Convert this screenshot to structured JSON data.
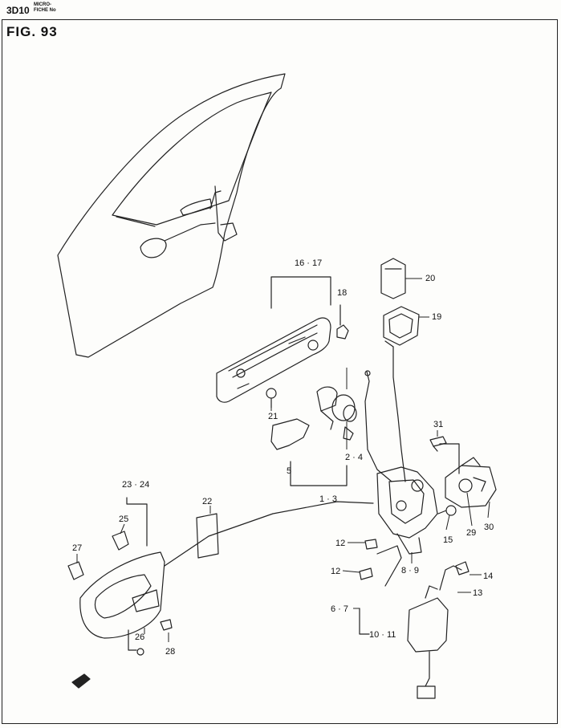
{
  "header": {
    "code": "3D10",
    "micro_line1": "MICRO-",
    "micro_line2": "FICHE No"
  },
  "figure": {
    "title": "FIG. 93"
  },
  "callouts": {
    "c16_17": "16 · 17",
    "c18": "18",
    "c20": "20",
    "c19": "19",
    "c21": "21",
    "c31": "31",
    "c5": "5",
    "c2_4": "2 · 4",
    "c1_3": "1 · 3",
    "c23_24": "23 · 24",
    "c22": "22",
    "c25": "25",
    "c27": "27",
    "c12a": "12",
    "c12b": "12",
    "c15": "15",
    "c29": "29",
    "c30": "30",
    "c8_9": "8 · 9",
    "c14": "14",
    "c13": "13",
    "c6_7": "6 · 7",
    "c10_11": "10 · 11",
    "c26": "26",
    "c28": "28"
  },
  "icons": {
    "front_arrow": "front-direction-arrow-icon"
  }
}
